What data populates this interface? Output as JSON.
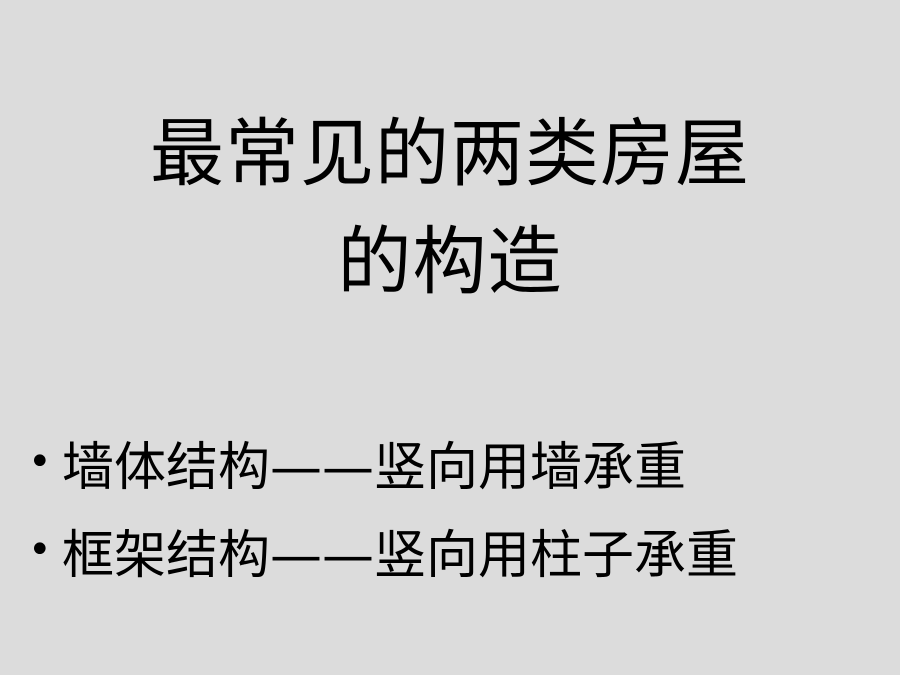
{
  "slide": {
    "title_lines": [
      "最常见的两类房屋",
      "的构造"
    ],
    "bullet_symbol": "•",
    "bullets": [
      "墙体结构——竖向用墙承重",
      "框架结构——竖向用柱子承重"
    ],
    "background_color": "#dcdcdc",
    "text_color": "#000000"
  }
}
